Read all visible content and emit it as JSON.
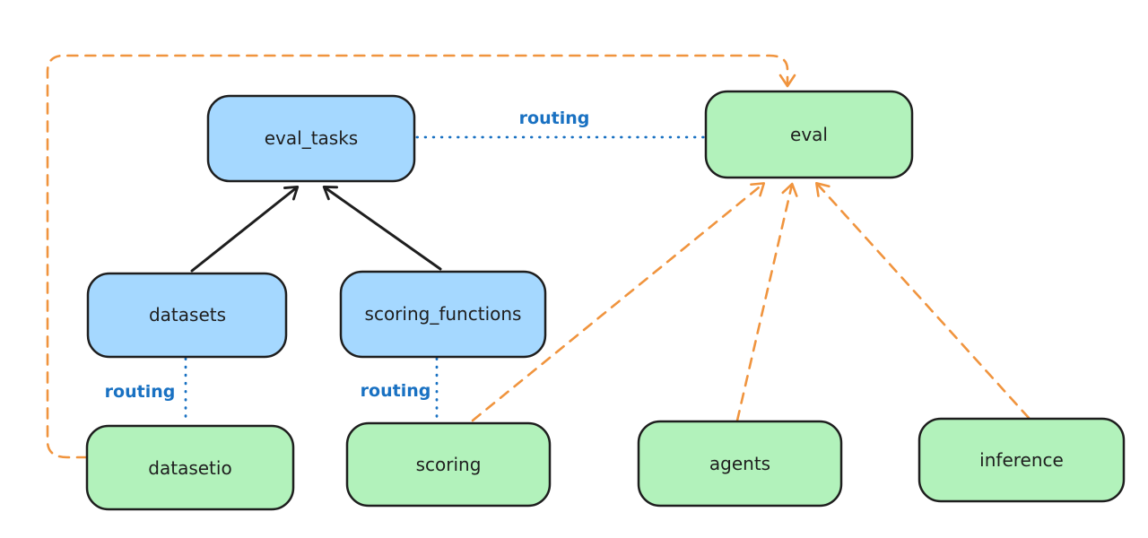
{
  "diagram": {
    "background": "#ffffff",
    "colors": {
      "node_stroke": "#1e1e1e",
      "blue_node_fill": "#a5d8ff",
      "green_node_fill": "#b2f2bb",
      "routing_blue": "#1971c2",
      "dependency_arrow_black": "#1e1e1e",
      "provider_arrow_orange": "#f0943e"
    },
    "nodes": [
      {
        "id": "eval_tasks",
        "label": "eval_tasks",
        "fill": "blue"
      },
      {
        "id": "eval",
        "label": "eval",
        "fill": "green"
      },
      {
        "id": "datasets",
        "label": "datasets",
        "fill": "blue"
      },
      {
        "id": "scoring_functions",
        "label": "scoring_functions",
        "fill": "blue"
      },
      {
        "id": "datasetio",
        "label": "datasetio",
        "fill": "green"
      },
      {
        "id": "scoring",
        "label": "scoring",
        "fill": "green"
      },
      {
        "id": "agents",
        "label": "agents",
        "fill": "green"
      },
      {
        "id": "inference",
        "label": "inference",
        "fill": "green"
      }
    ],
    "edge_labels": {
      "eval_tasks_eval": "routing",
      "datasets_datasetio": "routing",
      "scoring_functions_scoring": "routing"
    },
    "edges": [
      {
        "from": "datasets",
        "to": "eval_tasks",
        "style": "solid-black-arrow"
      },
      {
        "from": "scoring_functions",
        "to": "eval_tasks",
        "style": "solid-black-arrow"
      },
      {
        "from": "eval_tasks",
        "to": "eval",
        "style": "dotted-blue",
        "label": "routing"
      },
      {
        "from": "datasets",
        "to": "datasetio",
        "style": "dotted-blue",
        "label": "routing"
      },
      {
        "from": "scoring_functions",
        "to": "scoring",
        "style": "dotted-blue",
        "label": "routing"
      },
      {
        "from": "datasetio",
        "to": "eval",
        "style": "dashed-orange-arrow"
      },
      {
        "from": "scoring",
        "to": "eval",
        "style": "dashed-orange-arrow"
      },
      {
        "from": "agents",
        "to": "eval",
        "style": "dashed-orange-arrow"
      },
      {
        "from": "inference",
        "to": "eval",
        "style": "dashed-orange-arrow"
      }
    ]
  }
}
